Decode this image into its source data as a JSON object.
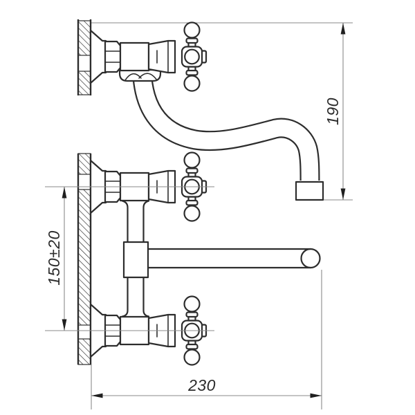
{
  "drawing": {
    "kind": "faucet-installation-technical-drawing",
    "dimensions": {
      "spout_height": "190",
      "inlet_spacing": "150±20",
      "spout_reach": "230"
    },
    "colors": {
      "background": "#ffffff",
      "outline": "#2d2d2d",
      "thin_line": "#8a8a8a",
      "text": "#2b2b2b"
    }
  }
}
